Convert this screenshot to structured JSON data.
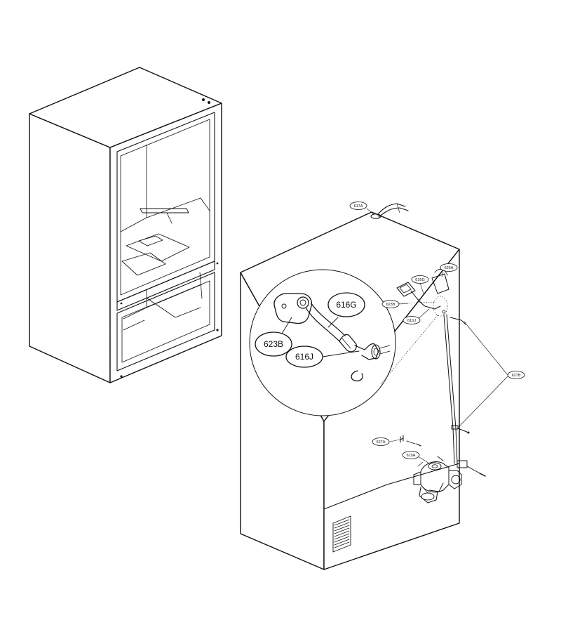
{
  "diagram": {
    "labels": {
      "p617A": "617A",
      "p625A": "625A",
      "p616G_small": "616G",
      "p623B_small": "623B",
      "p616J_small": "616J",
      "p627B": "627B",
      "p627A": "627A",
      "p619A": "619A",
      "p616G": "616G",
      "p623B": "623B",
      "p616J": "616J"
    }
  }
}
